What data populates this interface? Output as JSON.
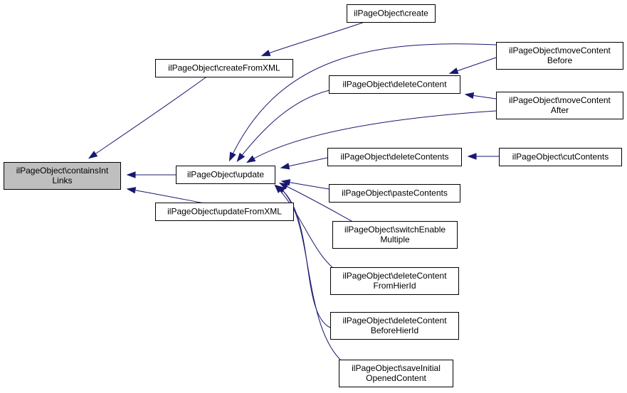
{
  "diagram": {
    "type": "call-graph",
    "colors": {
      "edge": "#191970",
      "node_fill": "#ffffff",
      "node_border": "#000000",
      "root_fill": "#bfbfbf"
    },
    "nodes": [
      {
        "id": "containsIntLinks",
        "lines": [
          "ilPageObject\\containsInt",
          "Links"
        ],
        "root": true
      },
      {
        "id": "createFromXML",
        "lines": [
          "ilPageObject\\createFromXML"
        ]
      },
      {
        "id": "create",
        "lines": [
          "ilPageObject\\create"
        ]
      },
      {
        "id": "update",
        "lines": [
          "ilPageObject\\update"
        ]
      },
      {
        "id": "updateFromXML",
        "lines": [
          "ilPageObject\\updateFromXML"
        ]
      },
      {
        "id": "deleteContent",
        "lines": [
          "ilPageObject\\deleteContent"
        ]
      },
      {
        "id": "moveContentBefore",
        "lines": [
          "ilPageObject\\moveContent",
          "Before"
        ]
      },
      {
        "id": "moveContentAfter",
        "lines": [
          "ilPageObject\\moveContent",
          "After"
        ]
      },
      {
        "id": "deleteContents",
        "lines": [
          "ilPageObject\\deleteContents"
        ]
      },
      {
        "id": "cutContents",
        "lines": [
          "ilPageObject\\cutContents"
        ]
      },
      {
        "id": "pasteContents",
        "lines": [
          "ilPageObject\\pasteContents"
        ]
      },
      {
        "id": "switchEnableMultiple",
        "lines": [
          "ilPageObject\\switchEnable",
          "Multiple"
        ]
      },
      {
        "id": "deleteContentFromHierId",
        "lines": [
          "ilPageObject\\deleteContent",
          "FromHierId"
        ]
      },
      {
        "id": "deleteContentBeforeHierId",
        "lines": [
          "ilPageObject\\deleteContent",
          "BeforeHierId"
        ]
      },
      {
        "id": "saveInitialOpenedContent",
        "lines": [
          "ilPageObject\\saveInitial",
          "OpenedContent"
        ]
      }
    ],
    "edges": [
      {
        "from": "createFromXML",
        "to": "containsIntLinks"
      },
      {
        "from": "update",
        "to": "containsIntLinks"
      },
      {
        "from": "updateFromXML",
        "to": "containsIntLinks"
      },
      {
        "from": "create",
        "to": "createFromXML"
      },
      {
        "from": "moveContentBefore",
        "to": "update"
      },
      {
        "from": "deleteContent",
        "to": "update"
      },
      {
        "from": "moveContentAfter",
        "to": "update"
      },
      {
        "from": "deleteContents",
        "to": "update"
      },
      {
        "from": "pasteContents",
        "to": "update"
      },
      {
        "from": "switchEnableMultiple",
        "to": "update"
      },
      {
        "from": "deleteContentFromHierId",
        "to": "update"
      },
      {
        "from": "deleteContentBeforeHierId",
        "to": "update"
      },
      {
        "from": "saveInitialOpenedContent",
        "to": "update"
      },
      {
        "from": "moveContentBefore",
        "to": "deleteContent"
      },
      {
        "from": "moveContentAfter",
        "to": "deleteContent"
      },
      {
        "from": "cutContents",
        "to": "deleteContents"
      }
    ]
  }
}
